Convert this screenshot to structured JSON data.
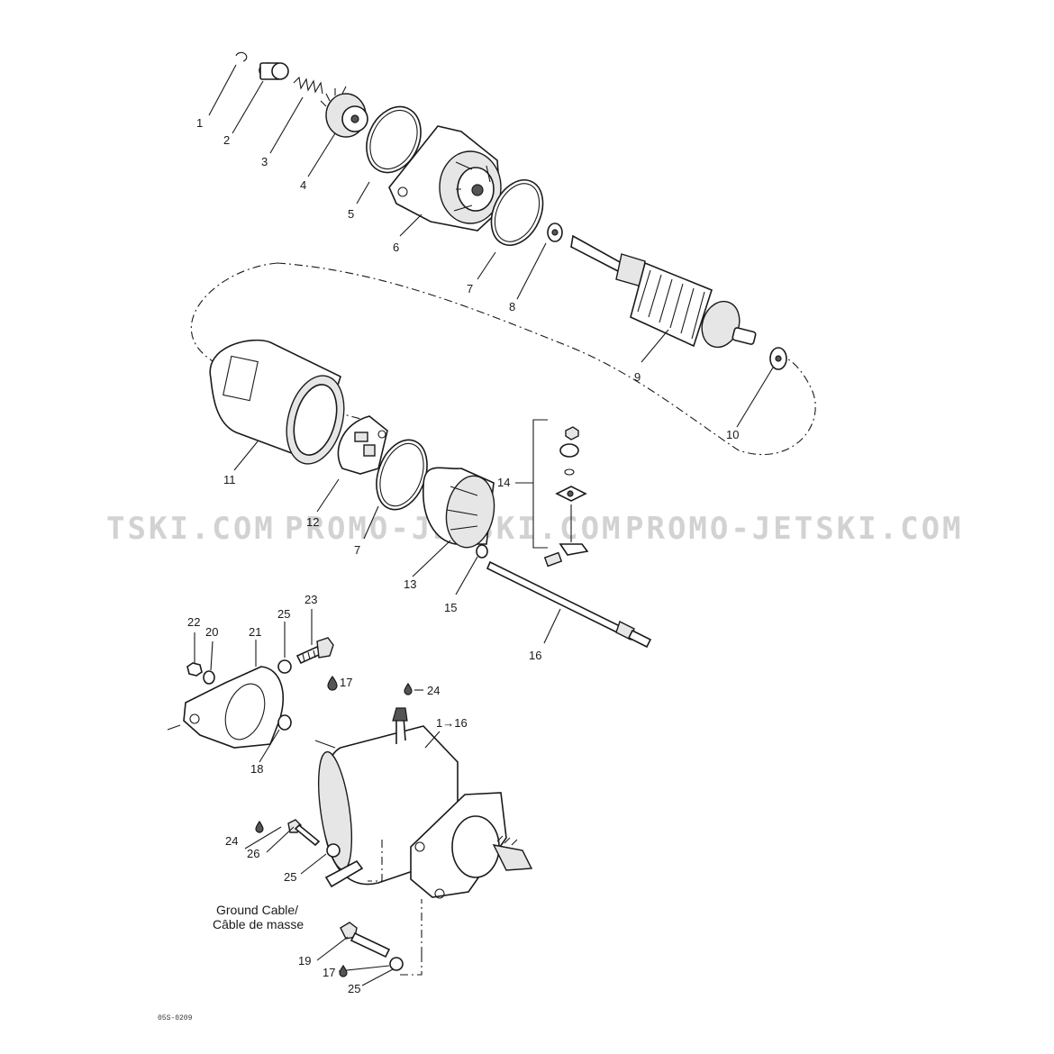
{
  "callouts": {
    "c1": "1",
    "c2": "2",
    "c3": "3",
    "c4": "4",
    "c5": "5",
    "c6": "6",
    "c7a": "7",
    "c7b": "7",
    "c8": "8",
    "c9": "9",
    "c10": "10",
    "c11": "11",
    "c12": "12",
    "c13": "13",
    "c14": "14",
    "c15": "15",
    "c16": "16",
    "c17a": "17",
    "c17b": "17",
    "c18": "18",
    "c19": "19",
    "c20": "20",
    "c21": "21",
    "c22": "22",
    "c23": "23",
    "c24a": "24",
    "c24b": "24",
    "c25a": "25",
    "c25b": "25",
    "c25c": "25",
    "c26": "26",
    "assembly": "1→16"
  },
  "notes": {
    "ground_cable_en": "Ground Cable/",
    "ground_cable_fr": "Câble de masse"
  },
  "watermark": {
    "left": "TSKI.COM",
    "center": "PROMO-JETSKI.COM",
    "right": "PROMO-JETSKI.COM"
  },
  "drawing_code": "05S-0209",
  "icons": [
    "loctite-drop-icon"
  ],
  "colors": {
    "ink": "#1a1a1a",
    "watermark": "#d2d2d2",
    "background": "#ffffff"
  }
}
